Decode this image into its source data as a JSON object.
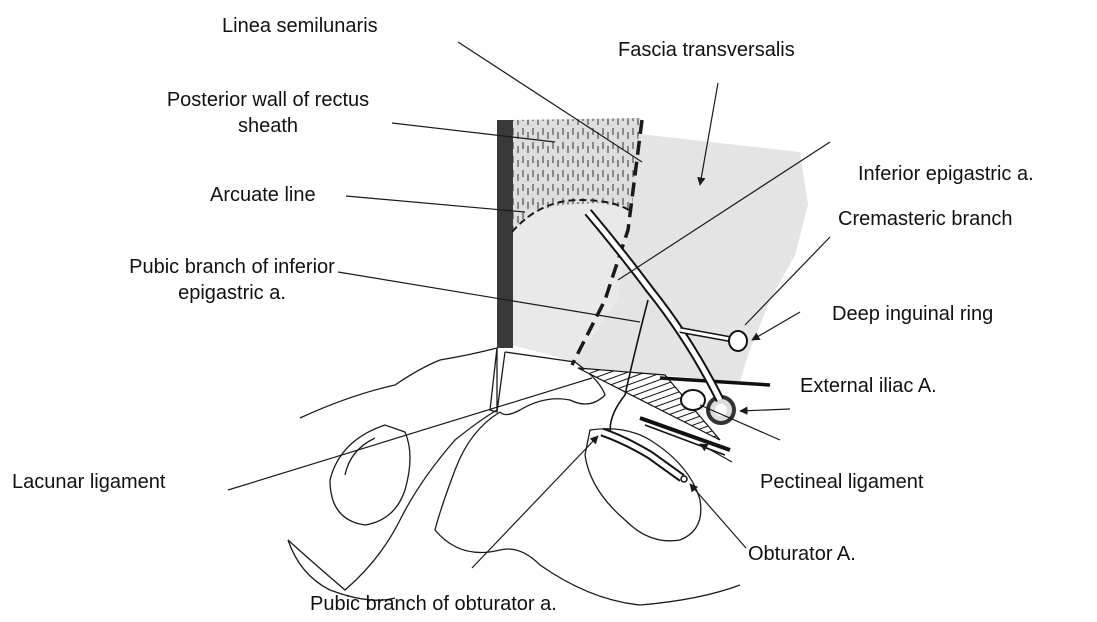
{
  "colors": {
    "ink": "#1a1a1a",
    "fascia": "#e6e6e6",
    "rectus_sheath": "#d9d9d9",
    "dark_strip": "#3a3a3a",
    "vessel": "#ffffff"
  },
  "labels": {
    "linea_semilunaris": "Linea semilunaris",
    "fascia_transversalis": "Fascia transversalis",
    "posterior_wall_line1": "Posterior wall of rectus",
    "posterior_wall_line2": "sheath",
    "inferior_epigastric": "Inferior epigastric a.",
    "arcuate_line": "Arcuate line",
    "cremasteric_branch": "Cremasteric branch",
    "pubic_branch_ie_line1": "Pubic branch of inferior",
    "pubic_branch_ie_line2": "epigastric a.",
    "deep_inguinal_ring": "Deep inguinal ring",
    "external_iliac": "External iliac A.",
    "lacunar_ligament": "Lacunar ligament",
    "pectineal_ligament": "Pectineal ligament",
    "obturator_a": "Obturator A.",
    "pubic_branch_obturator": "Pubic branch of obturator a."
  }
}
